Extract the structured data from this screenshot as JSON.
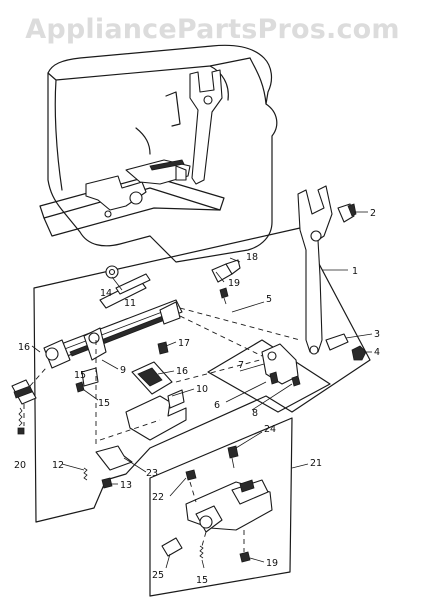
{
  "watermark": "AppliancePartsPros.com",
  "callouts": [
    "1",
    "2",
    "3",
    "4",
    "5",
    "6",
    "7",
    "8",
    "9",
    "10",
    "11",
    "12",
    "13",
    "14",
    "15",
    "15",
    "16",
    "16",
    "17",
    "18",
    "19",
    "19",
    "20",
    "21",
    "22",
    "23",
    "24",
    "25",
    "15"
  ]
}
